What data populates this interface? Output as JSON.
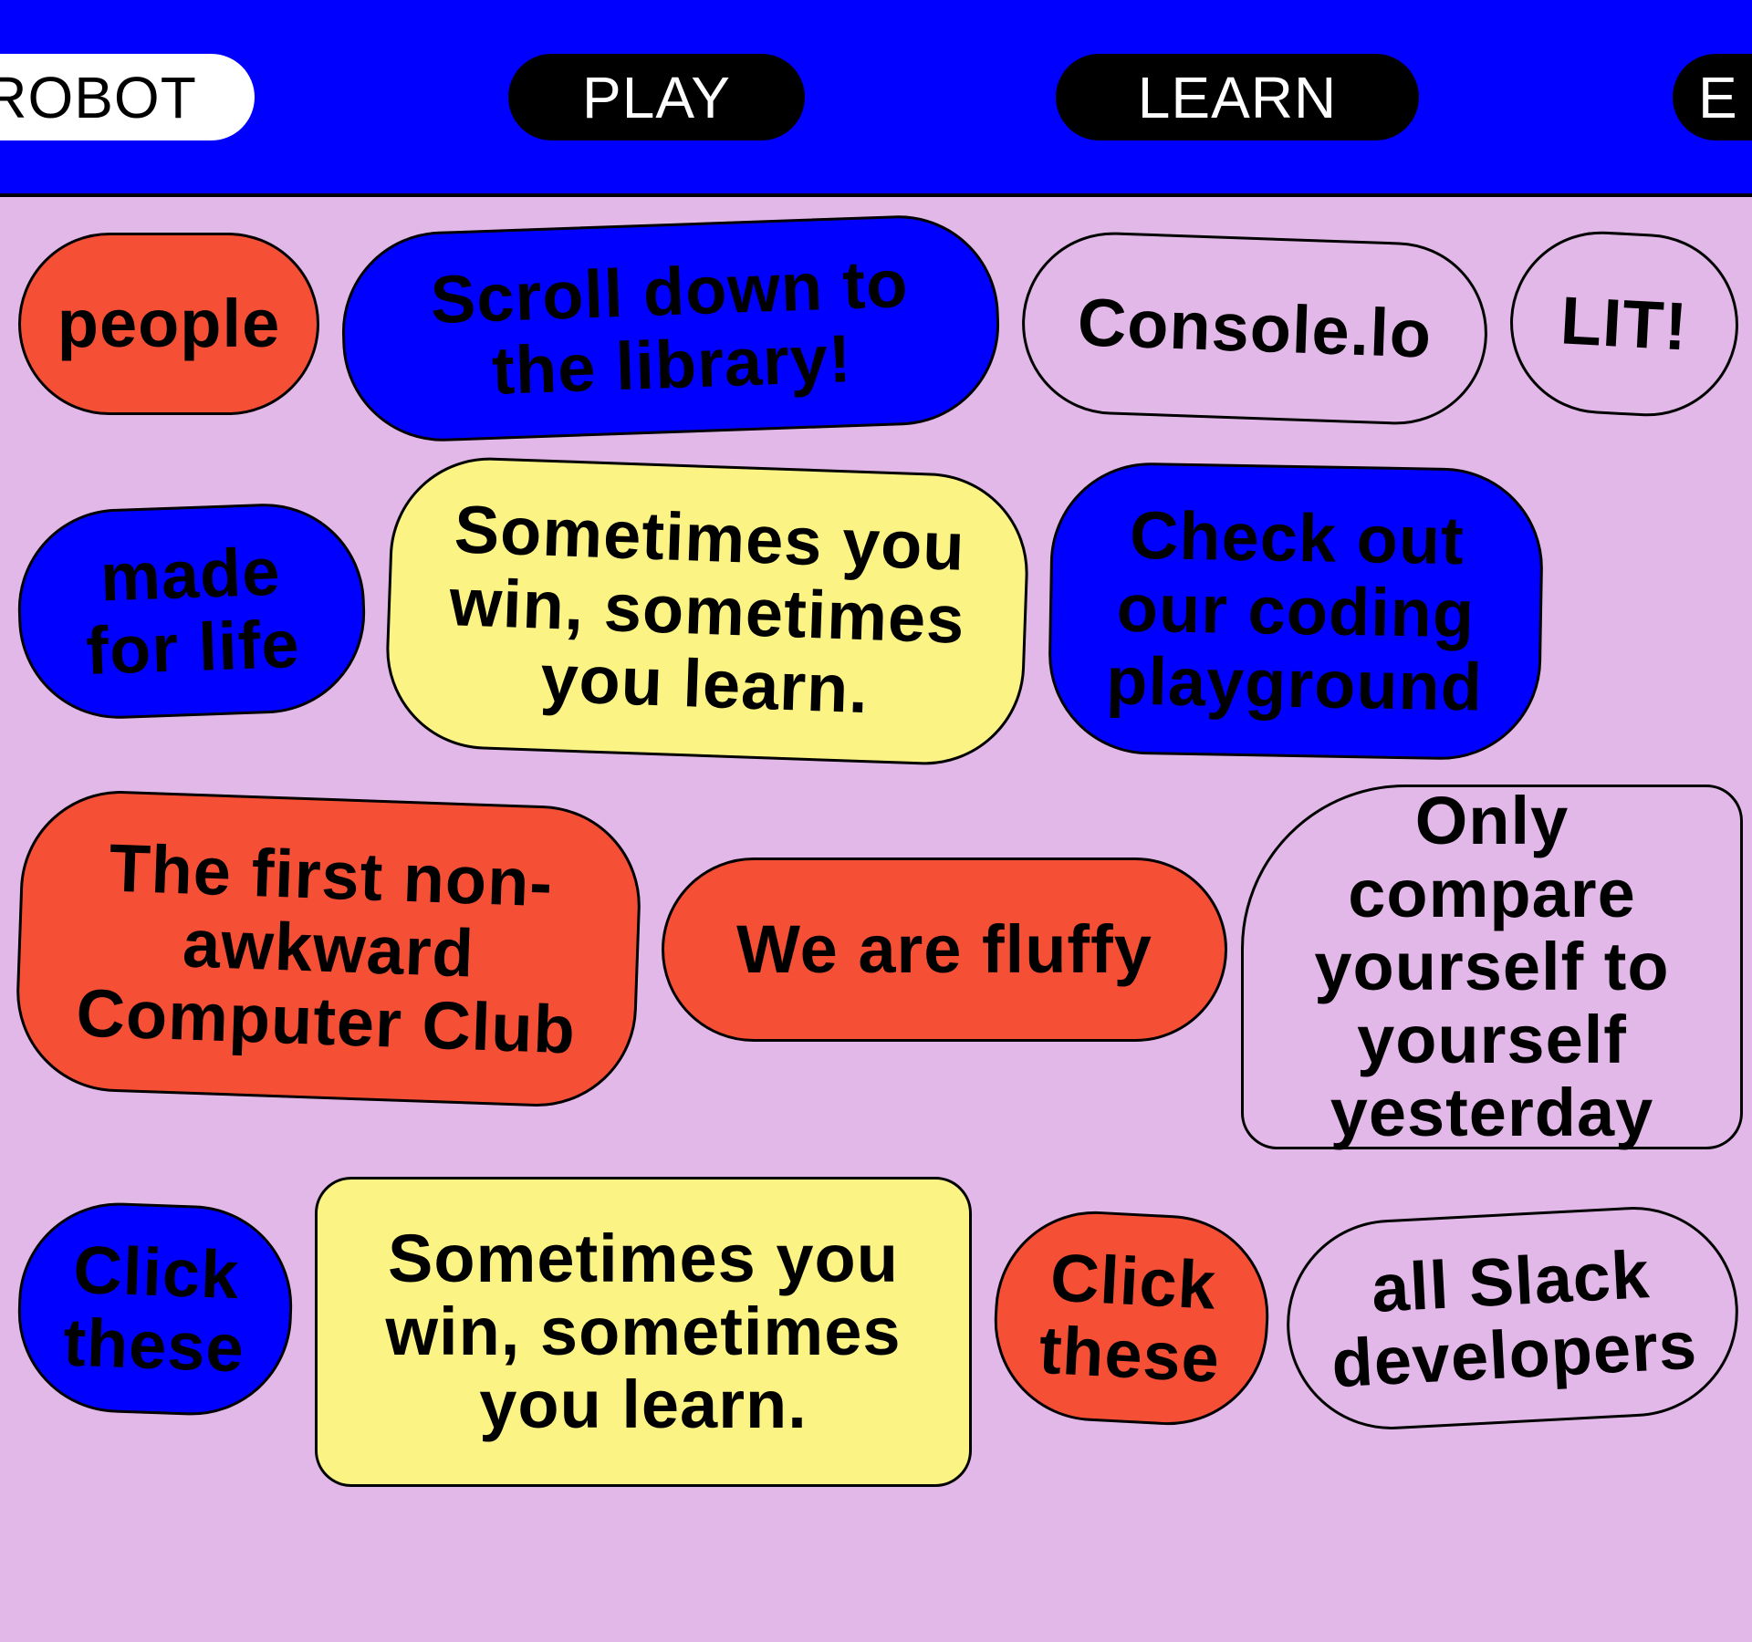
{
  "nav": {
    "items": [
      {
        "label": "ROBOT"
      },
      {
        "label": "PLAY"
      },
      {
        "label": "LEARN"
      },
      {
        "label": "E"
      }
    ]
  },
  "cards": {
    "people": "people",
    "scroll": "Scroll down to\nthe library!",
    "sometimes_back": "Sometimes you\nwin, sometimes\nyou learn.",
    "console": "Console.lo",
    "friends": "made\nfor life",
    "lit": "LIT!",
    "check": "Check out\nour coding\nplayground",
    "club": "The first non-\nawkward\nComputer Club",
    "fluffy": "We are fluffy",
    "compare": "Only compare\nyourself to\nyourself\nyesterday",
    "click_back": "Click\nthese",
    "sometimes_front": "Sometimes you\nwin, sometimes\nyou learn.",
    "click_front": "Click\nthese",
    "slack": "all Slack\ndevelopers"
  },
  "colors": {
    "blue": "#0000ff",
    "orange": "#f55036",
    "yellow": "#fbf384",
    "lavender": "#e2b8e8"
  }
}
